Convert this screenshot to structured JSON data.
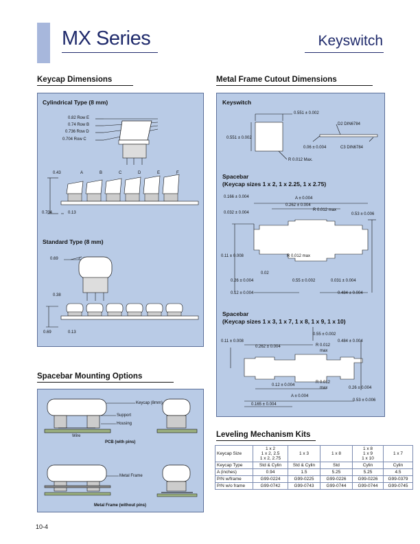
{
  "header": {
    "series_title": "MX Series",
    "product": "Keyswitch"
  },
  "sections": {
    "keycap_dimensions": "Keycap Dimensions",
    "metal_frame": "Metal Frame Cutout Dimensions",
    "spacebar_mounting": "Spacebar Mounting Options",
    "leveling": "Leveling Mechanism Kits"
  },
  "keycap_panel": {
    "cylindrical_title": "Cylindrical Type (8 mm)",
    "row_labels": [
      "0.82 Row E",
      "0.74 Row B",
      "0.736 Row D",
      "0.704  Row C"
    ],
    "row_letters": [
      "A",
      "B",
      "C",
      "D",
      "E",
      "F"
    ],
    "dim_043": "0.43",
    "dim_0704": "0.704",
    "dim_013a": "0.13",
    "standard_title": "Standard Type (8 mm)",
    "dim_069a": "0.69",
    "dim_038": "0.38",
    "dim_069b": "0.69",
    "dim_013b": "0.13"
  },
  "cutout_panel": {
    "keyswitch_title": "Keyswitch",
    "k_0551_top": "0.551 ± 0.002",
    "k_0551_left": "0.551 ± 0.002",
    "k_d2": "D2 DIN6784",
    "k_006": "0.06 ± 0.004",
    "k_c3": "C3 DIN6784",
    "k_r": "R 0.012 Max.",
    "sb1_title": "Spacebar",
    "sb1_sub": "(Keycap sizes 1 x 2, 1 x 2.25, 1 x 2.75)",
    "sb1_0166": "0.166 ± 0.004",
    "sb1_a": "A ± 0.004",
    "sb1_0262": "0.262 ± 0.004",
    "sb1_0032": "0.032 ± 0.004",
    "sb1_r": "R 0.012  max",
    "sb1_053": "0.53 ± 0.006",
    "sb1_011": "0.11 ± 0.008",
    "sb1_r2": "R 0.012 max",
    "sb1_002": "0.02",
    "sb1_026": "0.26 ± 0.004",
    "sb1_055": "0.55 ± 0.002",
    "sb1_0031": "0.031 ± 0.004",
    "sb1_012": "0.12 ± 0.004",
    "sb1_0484": "0.484 ± 0.004",
    "sb2_title": "Spacebar",
    "sb2_sub": "(Keycap sizes 1 x 3, 1 x 7, 1 x 8, 1 x 9, 1 x 10)",
    "sb2_055": "0.55 ± 0.002",
    "sb2_011": "0.11 ± 0.008",
    "sb2_0262": "0.262 ± 0.004",
    "sb2_r": "R 0.012",
    "sb2_max": "max",
    "sb2_0484": "0.484 ± 0.004",
    "sb2_r2": "R 0.012",
    "sb2_max2": "max",
    "sb2_012": "0.12 ± 0.004",
    "sb2_026": "0.26 ± 0.004",
    "sb2_a": "A ± 0.004",
    "sb2_053": "0.53 ± 0.006",
    "sb2_0165": "0.165 ± 0.004"
  },
  "mounting_panel": {
    "keycap": "Keycap (8mm)",
    "support": "Support",
    "housing": "Housing",
    "wire": "Wire",
    "pcb_caption": "PCB (with pins)",
    "metal_frame": "Metal Frame",
    "metal_caption": "Metal Frame (without pins)"
  },
  "leveling_table": {
    "rows": [
      [
        "Keycap Size",
        "1 x 2\n1 x 2, 2.5\n1 x 2, 2.75",
        "1 x 3",
        "1 x 8",
        "1 x 8\n1 x 9\n1 x 10",
        "1 x 7"
      ],
      [
        "Keycap Type",
        "Std & Cylin",
        "Std & Cylin",
        "Std",
        "Cylin",
        "Cylin"
      ],
      [
        "A (inches)",
        "0.94",
        "1.5",
        "5.25",
        "5.25",
        "4.5"
      ],
      [
        "P/N w/frame",
        "G99-0224",
        "G99-0225",
        "G99-0226",
        "G99-0226",
        "G99-0379"
      ],
      [
        "P/N w/o frame",
        "G99-0742",
        "G99-0743",
        "G99-0744",
        "G99-0744",
        "G99-0745"
      ]
    ]
  },
  "footer": {
    "page_number": "10-4"
  },
  "colors": {
    "panel": "#b9cbe6",
    "accent_bar": "#a7b7dc",
    "title": "#1f2a6b"
  }
}
